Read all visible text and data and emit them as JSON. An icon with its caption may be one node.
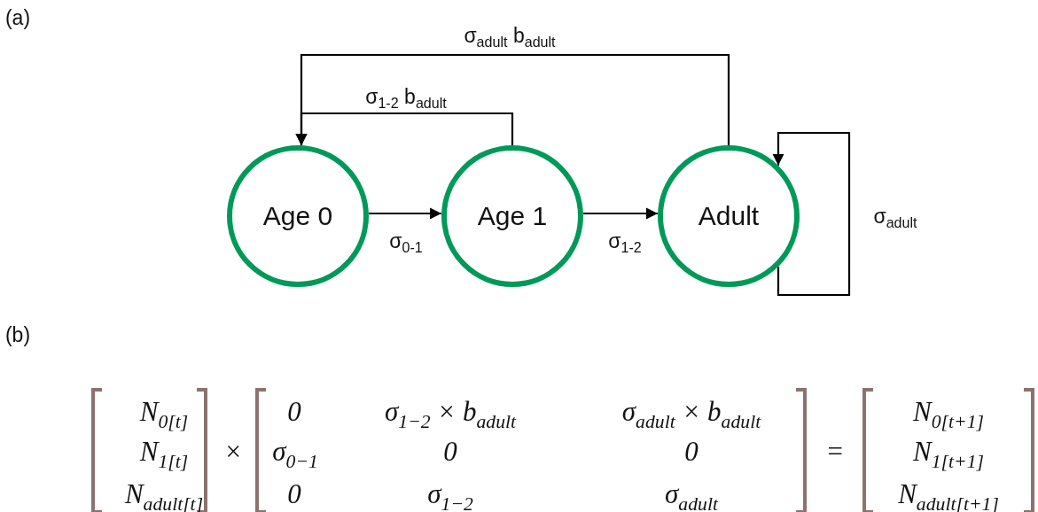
{
  "diagram": {
    "nodes": [
      {
        "text": [
          "Age 0"
        ]
      },
      {
        "text": [
          "Age 1"
        ]
      },
      {
        "text": [
          "Adult"
        ]
      }
    ],
    "edges": [
      {
        "from": 0,
        "to": 1,
        "arrow": "to",
        "label": "σ$_{0-1}$"
      },
      {
        "from": 1,
        "to": 2,
        "arrow": "to",
        "label": "σ$_{1-2}$"
      },
      {
        "from": 1,
        "to": 0,
        "arrow": "to",
        "label": "σ$_{1-2}$ b$_{adult}$"
      },
      {
        "from": 2,
        "to": 0,
        "arrow": "to",
        "label": "σ$_{adult}$ b$_{adult}$"
      },
      {
        "from": 2,
        "to": 2,
        "arrow": "to",
        "label": "σ$_{adult}$"
      }
    ],
    "labels": [
      "(a)",
      "(b)",
      "N$_{0[t]}$",
      "0",
      "σ$_{1−2}$ × b$_{adult}$",
      "σ$_{adult}$ × b$_{adult}$",
      "N$_{0[t+1]}$",
      "N$_{1[t]}$",
      "×",
      "σ$_{0−1}$",
      "0",
      "0",
      "=",
      "N$_{1[t+1]}$",
      "N$_{adult[t]}$",
      "0",
      "σ$_{1−2}$",
      "σ$_{adult}$",
      "N$_{adult[t+1]}$"
    ]
  }
}
